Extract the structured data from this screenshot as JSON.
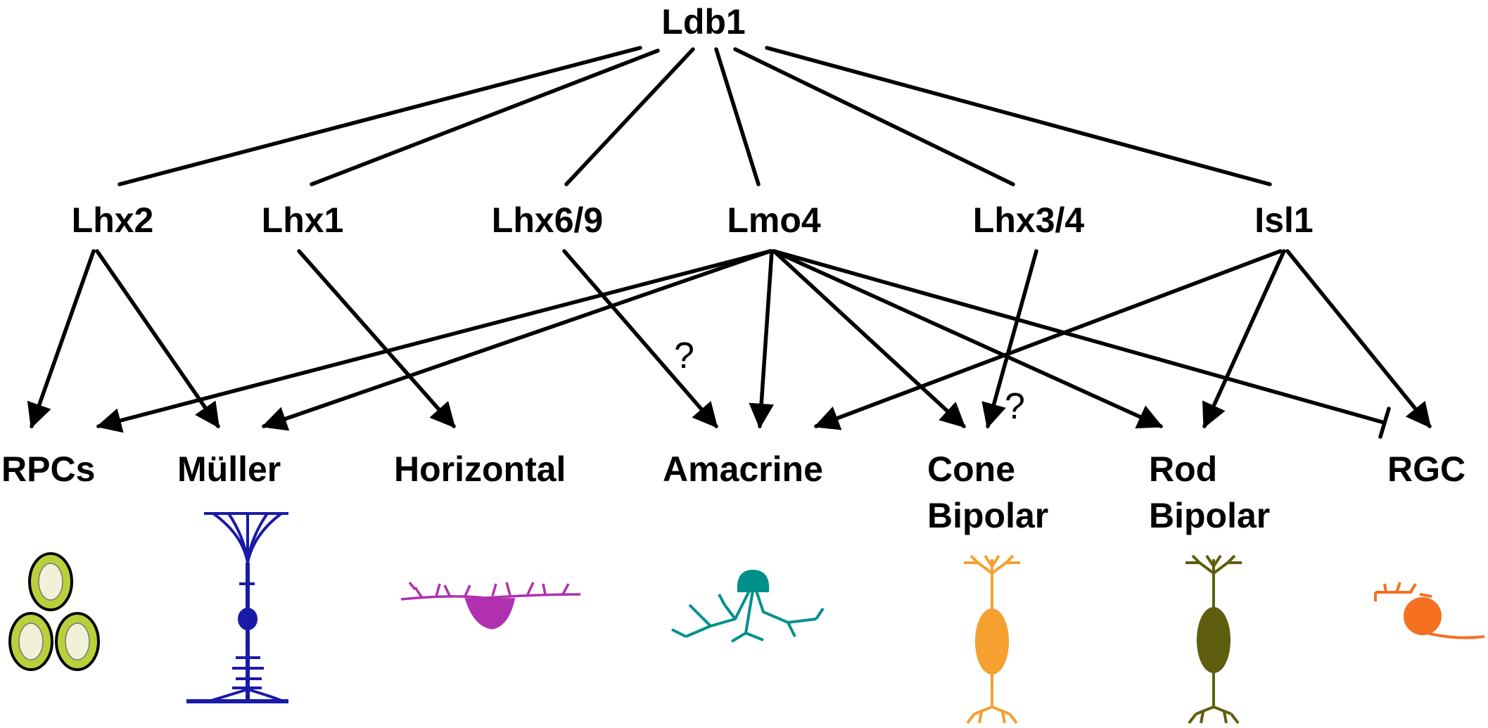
{
  "root": {
    "label": "Ldb1"
  },
  "factors": {
    "lhx2": "Lhx2",
    "lhx1": "Lhx1",
    "lhx69": "Lhx6/9",
    "lmo4": "Lmo4",
    "lhx34": "Lhx3/4",
    "isl1": "Isl1"
  },
  "cells": {
    "rpcs": "RPCs",
    "muller": "Müller",
    "horizontal": "Horizontal",
    "amacrine": "Amacrine",
    "cone_line1": "Cone",
    "cone_line2": "Bipolar",
    "rod_line1": "Rod",
    "rod_line2": "Bipolar",
    "rgc": "RGC"
  },
  "uncertain_marks": {
    "amacrine_mark": "?",
    "cone_mark": "?"
  },
  "colors": {
    "rpc": "#b8d13a",
    "muller": "#1a1aa8",
    "horizontal": "#b030b0",
    "amacrine": "#00908a",
    "cone_bipolar": "#f5a030",
    "rod_bipolar": "#5e5e0e",
    "rgc": "#f57020"
  },
  "edges": {
    "ldb1_to": [
      "Lhx2",
      "Lhx1",
      "Lhx6/9",
      "Lmo4",
      "Lhx3/4",
      "Isl1"
    ],
    "activates": [
      [
        "Lhx2",
        "RPCs"
      ],
      [
        "Lhx2",
        "Müller"
      ],
      [
        "Lhx1",
        "Horizontal"
      ],
      [
        "Lhx6/9",
        "Amacrine"
      ],
      [
        "Lmo4",
        "RPCs"
      ],
      [
        "Lmo4",
        "Müller"
      ],
      [
        "Lmo4",
        "Amacrine"
      ],
      [
        "Lmo4",
        "Cone Bipolar"
      ],
      [
        "Lmo4",
        "Rod Bipolar"
      ],
      [
        "Lhx3/4",
        "Cone Bipolar"
      ],
      [
        "Isl1",
        "Amacrine"
      ],
      [
        "Isl1",
        "Rod Bipolar"
      ],
      [
        "Isl1",
        "RGC"
      ]
    ],
    "inhibits": [
      [
        "Lmo4",
        "RGC"
      ]
    ]
  }
}
